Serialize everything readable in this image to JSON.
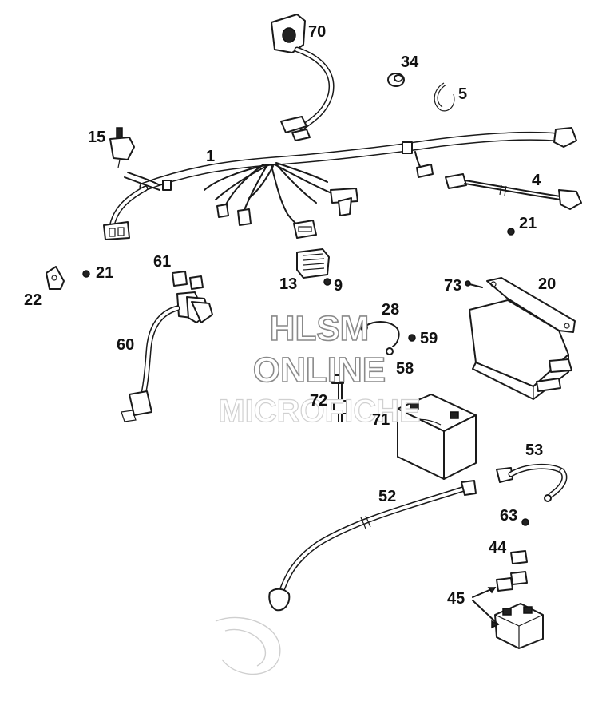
{
  "watermark": {
    "line1": "HLSM",
    "line2": "ONLINE",
    "line3": "MICROFICHE"
  },
  "parts": [
    {
      "id": "70",
      "label": "70"
    },
    {
      "id": "34",
      "label": "34"
    },
    {
      "id": "5",
      "label": "5"
    },
    {
      "id": "15",
      "label": "15"
    },
    {
      "id": "1",
      "label": "1"
    },
    {
      "id": "4",
      "label": "4"
    },
    {
      "id": "21a",
      "label": "21"
    },
    {
      "id": "21b",
      "label": "21"
    },
    {
      "id": "61",
      "label": "61"
    },
    {
      "id": "22",
      "label": "22"
    },
    {
      "id": "13",
      "label": "13"
    },
    {
      "id": "9",
      "label": "9"
    },
    {
      "id": "73",
      "label": "73"
    },
    {
      "id": "20",
      "label": "20"
    },
    {
      "id": "28",
      "label": "28"
    },
    {
      "id": "59",
      "label": "59"
    },
    {
      "id": "58",
      "label": "58"
    },
    {
      "id": "60",
      "label": "60"
    },
    {
      "id": "72",
      "label": "72"
    },
    {
      "id": "71",
      "label": "71"
    },
    {
      "id": "53",
      "label": "53"
    },
    {
      "id": "52",
      "label": "52"
    },
    {
      "id": "63",
      "label": "63"
    },
    {
      "id": "44",
      "label": "44"
    },
    {
      "id": "45",
      "label": "45"
    }
  ]
}
